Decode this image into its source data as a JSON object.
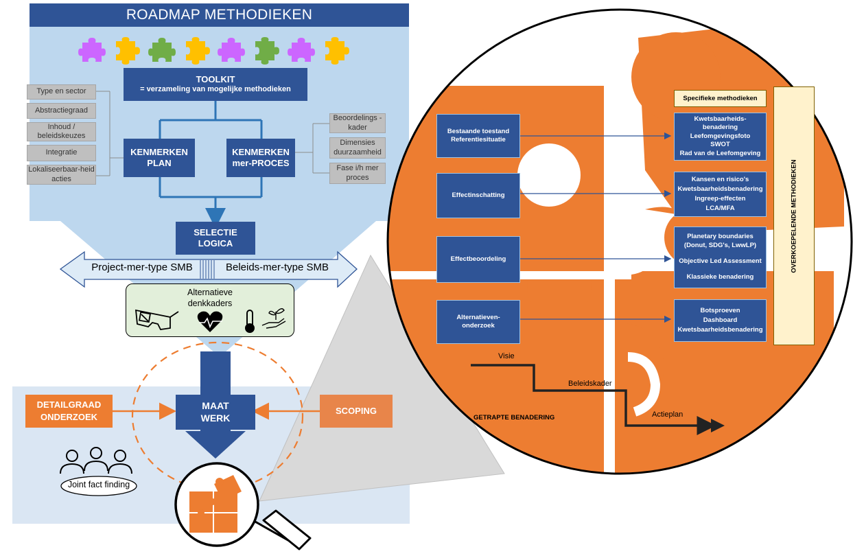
{
  "title": "ROADMAP METHODIEKEN",
  "toolkit": {
    "line1": "TOOLKIT",
    "line2": "= verzameling van mogelijke methodieken"
  },
  "plan": {
    "line1": "KENMERKEN",
    "line2": "PLAN"
  },
  "mer": {
    "line1": "KENMERKEN",
    "line2": "mer-PROCES"
  },
  "left_items": [
    "Type en sector",
    "Abstractiegraad",
    "Inhoud / beleidskeuzes",
    "Integratie",
    "Lokaliseerbaar-heid acties"
  ],
  "right_items": [
    "Beoordelings -kader",
    "Dimensies duurzaamheid",
    "Fase i/h mer proces"
  ],
  "selectie": {
    "line1": "SELECTIE",
    "line2": "LOGICA"
  },
  "arrow_left": "Project-mer-type SMB",
  "arrow_right": "Beleids-mer-type SMB",
  "alt_title": "Alternatieve denkkaders",
  "detail": {
    "line1": "DETAILGRAAD",
    "line2": "ONDERZOEK"
  },
  "maat": {
    "line1": "MAAT",
    "line2": "WERK"
  },
  "scoping": "SCOPING",
  "joint": "Joint fact finding",
  "left_steps": [
    {
      "line1": "Bestaande toestand",
      "line2": "Referentiesituatie"
    },
    {
      "line1": "Effectinschatting",
      "line2": ""
    },
    {
      "line1": "Effectbeoordeling",
      "line2": ""
    },
    {
      "line1": "Alternatieven-",
      "line2": "onderzoek"
    }
  ],
  "specifieke": "Specifieke methodieken",
  "method_boxes": [
    [
      "Kwetsbaarheids-",
      "benadering",
      "Leefomgevingsfoto",
      "SWOT",
      "Rad van de Leefomgeving"
    ],
    [
      "Kansen en risico's",
      "Kwetsbaarheidsbenadering",
      "Ingreep-effecten",
      "LCA/MFA"
    ],
    [
      "Planetary boundaries",
      "(Donut, SDG's, LwwLP)",
      "",
      "Objective Led Assessment",
      "",
      "Klassieke benadering"
    ],
    [
      "Botsproeven",
      "Dashboard",
      "Kwetsbaarheidsbenadering"
    ]
  ],
  "overkoepelend": "OVERKOEPELENDE METHODIEKEN",
  "visie": "Visie",
  "beleidskader": "Beleidskader",
  "actieplan": "Actieplan",
  "getrapte": "GETRAPTE BENADERING",
  "colors": {
    "navy": "#2f5496",
    "orange": "#ed7d31",
    "light_blue": "#bdd7ee",
    "yellow": "#fff2cc",
    "green": "#e2efda"
  },
  "puzzle_colors": [
    "#cc66ff",
    "#ffc000",
    "#70ad47",
    "#ffc000",
    "#cc66ff",
    "#70ad47",
    "#cc66ff",
    "#ffc000"
  ]
}
